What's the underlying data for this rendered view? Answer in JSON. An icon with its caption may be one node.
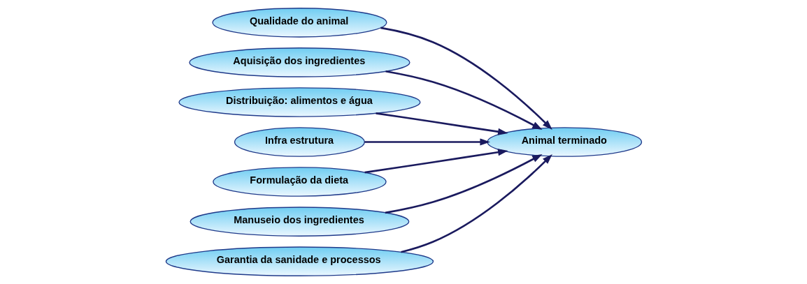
{
  "diagram": {
    "nodes": [
      {
        "text": [
          "Qualidade do animal"
        ]
      },
      {
        "text": [
          "Aquisição dos ingredientes"
        ]
      },
      {
        "text": [
          "Distribuição: alimentos e água"
        ]
      },
      {
        "text": [
          "Infra estrutura"
        ]
      },
      {
        "text": [
          "Animal terminado"
        ]
      },
      {
        "text": [
          "Formulação da dieta"
        ]
      },
      {
        "text": [
          "Manuseio dos ingredientes"
        ]
      },
      {
        "text": [
          "Garantia da sanidade e processos"
        ]
      }
    ],
    "edges": [
      {
        "from": 3,
        "to": 4,
        "arrow": "to"
      },
      {
        "from": 0,
        "to": 4,
        "arrow": "to"
      },
      {
        "from": 1,
        "to": 4,
        "arrow": "to"
      },
      {
        "from": 2,
        "to": 4,
        "arrow": "to"
      },
      {
        "from": 5,
        "to": 4,
        "arrow": "to"
      },
      {
        "from": 6,
        "to": 4,
        "arrow": "to"
      },
      {
        "from": 7,
        "to": 4,
        "arrow": "to"
      }
    ]
  }
}
